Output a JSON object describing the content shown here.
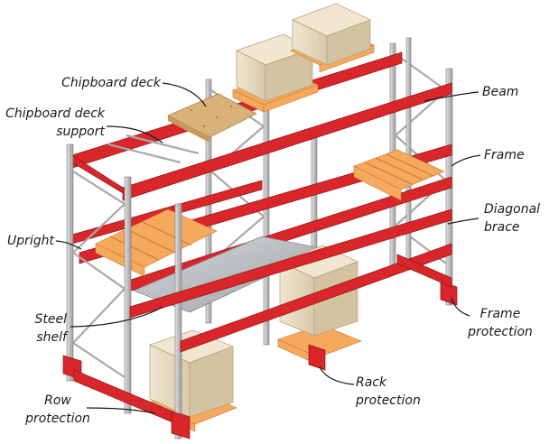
{
  "diagram": {
    "colors": {
      "beam": "#d9262a",
      "upright": "#c8c8c8",
      "pallet": "#f5a95c",
      "box": "#e8dcc4",
      "deck": "#d9b27a",
      "shelf": "#b9bcbf"
    },
    "labels": {
      "chipboard_deck": "Chipboard deck",
      "chipboard_deck_support_1": "Chipboard deck",
      "chipboard_deck_support_2": "support",
      "upright": "Upright",
      "steel_shelf_1": "Steel",
      "steel_shelf_2": "shelf",
      "row_protection_1": "Row",
      "row_protection_2": "protection",
      "beam": "Beam",
      "frame": "Frame",
      "diagonal_brace_1": "Diagonal",
      "diagonal_brace_2": "brace",
      "frame_protection_1": "Frame",
      "frame_protection_2": "protection",
      "rack_protection_1": "Rack",
      "rack_protection_2": "protection"
    }
  }
}
